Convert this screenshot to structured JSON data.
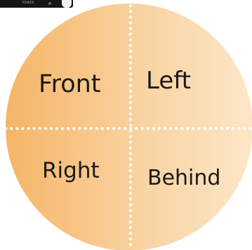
{
  "device": {
    "label": "POWER"
  },
  "quadrants": {
    "front": "Front",
    "left": "Left",
    "right": "Right",
    "behind": "Behind"
  },
  "colors": {
    "fill_dark": "#f5b567",
    "fill_light": "#fbe1bd",
    "divider": "#ffffff",
    "text": "#1a1a1a"
  }
}
